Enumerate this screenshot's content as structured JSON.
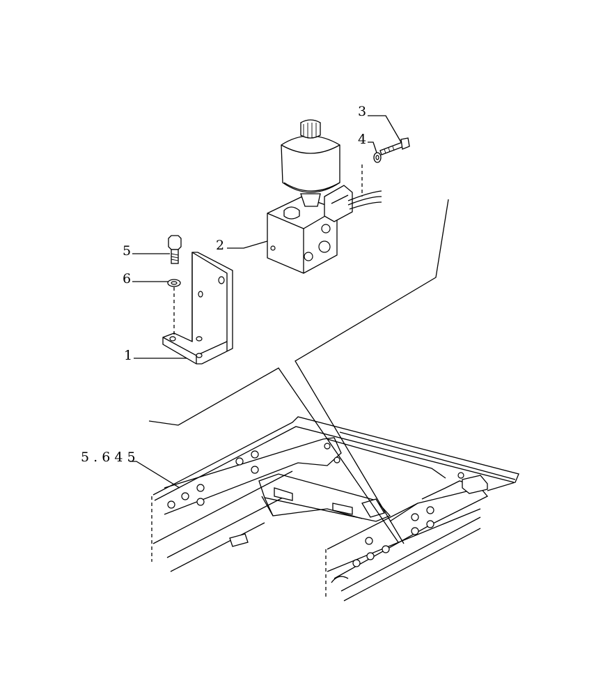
{
  "callouts": {
    "item1": "1",
    "item2": "2",
    "item3": "3",
    "item4": "4",
    "item5": "5",
    "item6": "6",
    "reference": "5 . 6 4 5"
  }
}
